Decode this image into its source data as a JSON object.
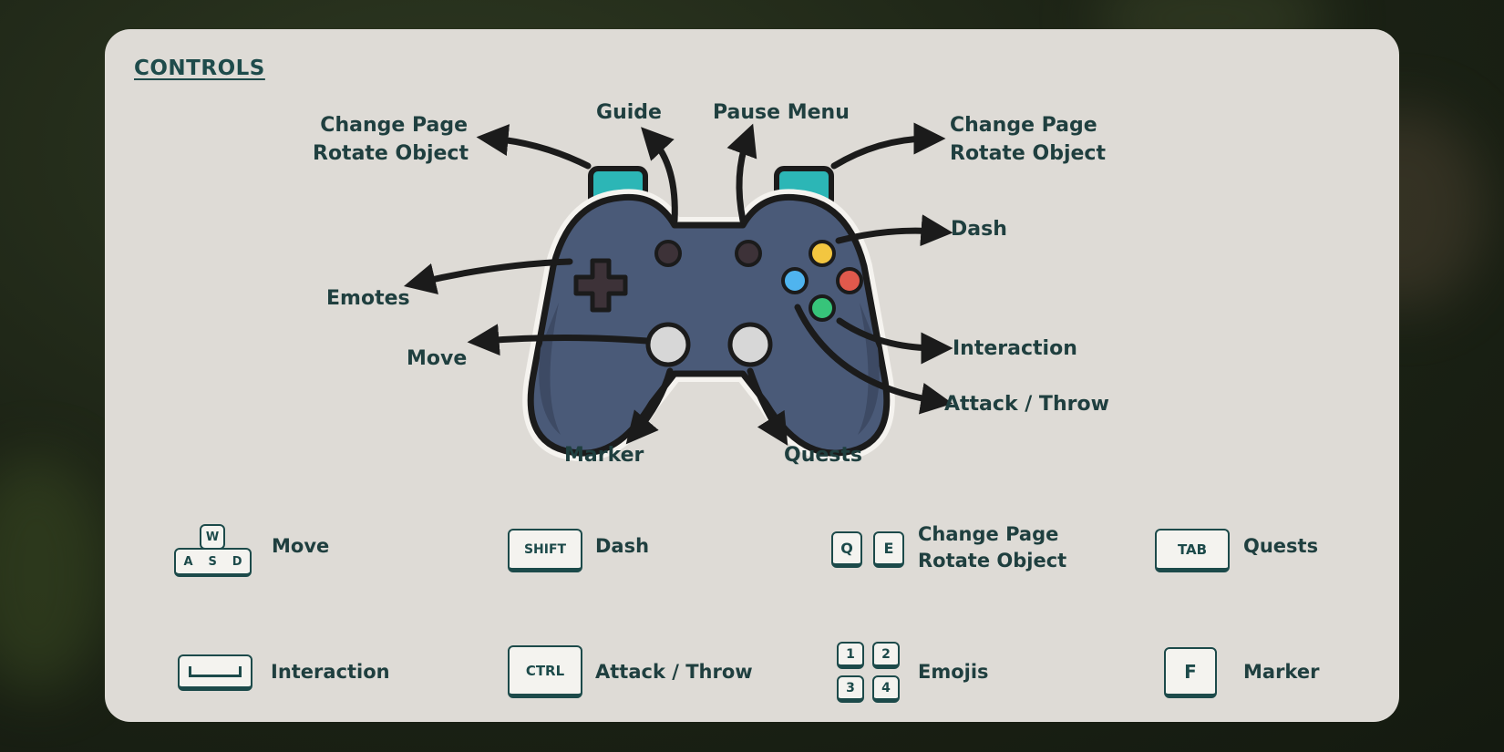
{
  "title": "CONTROLS",
  "gamepad": {
    "left_bumper": [
      "Change Page",
      "Rotate Object"
    ],
    "right_bumper": [
      "Change Page",
      "Rotate Object"
    ],
    "guide": "Guide",
    "pause": "Pause Menu",
    "dpad": "Emotes",
    "left_stick": "Move",
    "left_stick_press": "Marker",
    "right_stick_press": "Quests",
    "face_top": "Dash",
    "face_bottom": "Interaction",
    "face_left": "Attack / Throw"
  },
  "keyboard": {
    "wasd": {
      "keys": [
        "W",
        "A",
        "S",
        "D"
      ],
      "label": "Move"
    },
    "shift": {
      "key": "SHIFT",
      "label": "Dash"
    },
    "qe": {
      "keys": [
        "Q",
        "E"
      ],
      "label": [
        "Change Page",
        "Rotate Object"
      ]
    },
    "tab": {
      "key": "TAB",
      "label": "Quests"
    },
    "space": {
      "label": "Interaction"
    },
    "ctrl": {
      "key": "CTRL",
      "label": "Attack / Throw"
    },
    "nums": {
      "keys": [
        "1",
        "2",
        "3",
        "4"
      ],
      "label": "Emojis"
    },
    "f": {
      "key": "F",
      "label": "Marker"
    }
  },
  "colors": {
    "panel": "#dedbd6",
    "text": "#1f3f3f",
    "controller_body": "#4a5a78",
    "bumper": "#2cb6b6",
    "btn_yellow": "#f3c640",
    "btn_red": "#e0594c",
    "btn_blue": "#4fb4ef",
    "btn_green": "#37c47a"
  }
}
